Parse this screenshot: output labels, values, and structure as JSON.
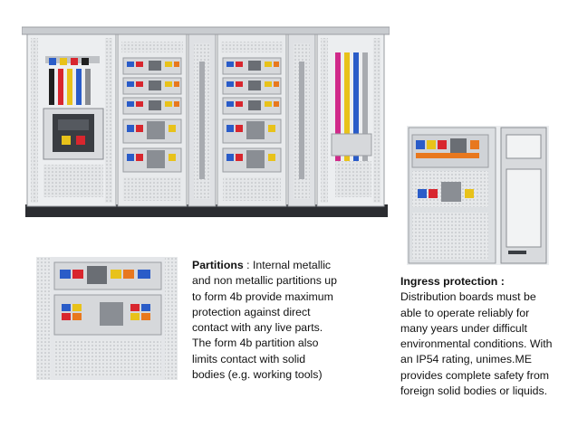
{
  "partitions": {
    "heading": "Partitions",
    "body_lines": [
      " : Internal metallic",
      "and non metallic partitions up",
      "to form 4b provide maximum",
      "protection against direct",
      "contact with any live parts.",
      "The form 4b partition also",
      "limits contact with solid",
      "bodies (e.g. working tools)"
    ]
  },
  "ingress": {
    "heading": "Ingress protection :",
    "body_lines": [
      "Distribution boards must be",
      "able to operate reliably for",
      "many years under difficult",
      "environmental conditions. With",
      "an IP54 rating, unimes.ME",
      "provides complete safety from",
      "foreign solid bodies or liquids."
    ]
  },
  "colors": {
    "cabinet_frame": "#c9ccd0",
    "cabinet_dark": "#2b2d31",
    "busbar_red": "#d8262e",
    "busbar_yellow": "#e8c21a",
    "busbar_blue": "#2a5cc8",
    "busbar_black": "#202020",
    "busbar_magenta": "#d02a8a",
    "terminal_orange": "#e8781e"
  }
}
